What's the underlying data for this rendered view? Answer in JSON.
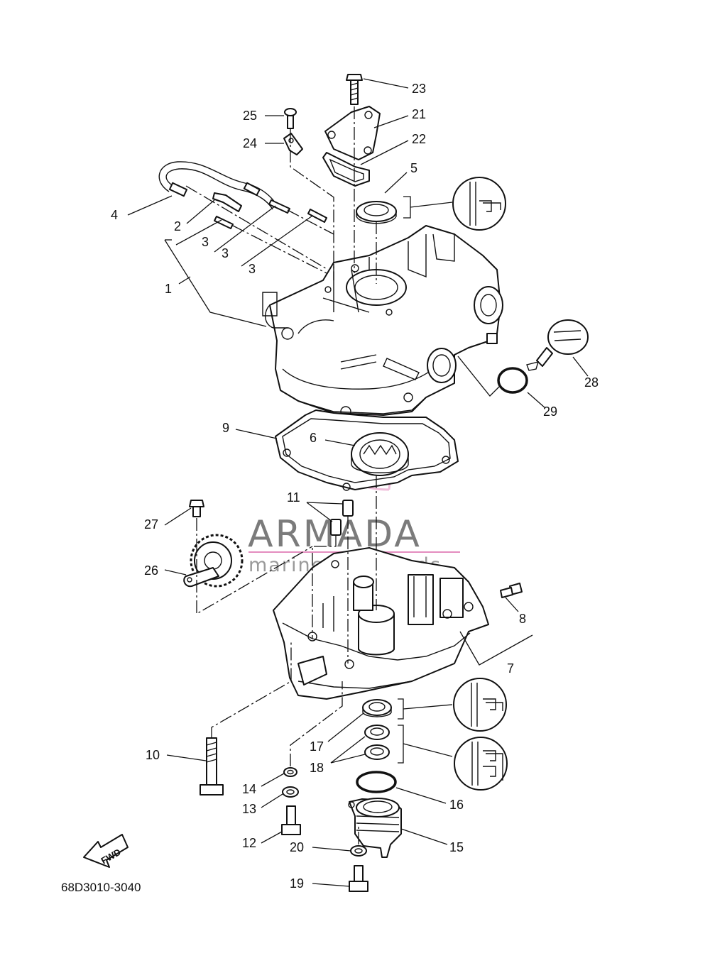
{
  "diagram": {
    "callouts": [
      "1",
      "2",
      "3",
      "3",
      "3",
      "4",
      "5",
      "6",
      "7",
      "8",
      "9",
      "10",
      "11",
      "12",
      "13",
      "14",
      "15",
      "16",
      "17",
      "18",
      "19",
      "20",
      "21",
      "22",
      "23",
      "24",
      "25",
      "26",
      "27",
      "28",
      "29"
    ],
    "code": "68D3010-3040",
    "fwd_label": "FWD",
    "watermark": {
      "brand": "ARMADA",
      "tagline": "marine outboards",
      "accent_color": "#e48cbf"
    }
  }
}
